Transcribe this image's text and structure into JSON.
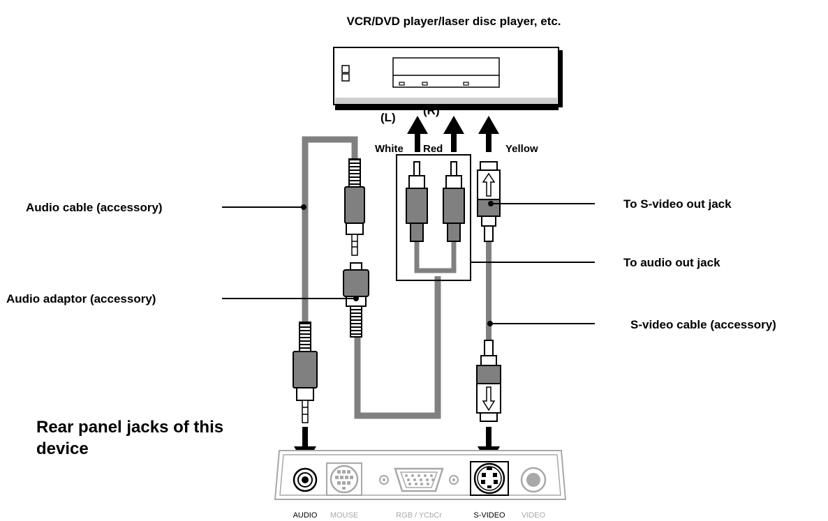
{
  "diagram": {
    "source_device_title": "VCR/DVD player/laser disc player, etc.",
    "channel_left": "(L)",
    "channel_right": "(R)",
    "color_white": "White",
    "color_red": "Red",
    "color_yellow": "Yellow",
    "callouts": {
      "audio_cable": "Audio cable (accessory)",
      "audio_adaptor": "Audio adaptor (accessory)",
      "to_s_video_out": "To S-video out jack",
      "to_audio_out": "To audio out jack",
      "s_video_cable": "S-video cable (accessory)"
    },
    "rear_panel_title_line1": "Rear panel jacks of this",
    "rear_panel_title_line2": "device",
    "jacks": {
      "audio": "AUDIO",
      "mouse": "MOUSE",
      "rgb": "RGB / YCbCr",
      "s_video": "S-VIDEO",
      "video": "VIDEO"
    },
    "colors": {
      "cable_gray": "#808080",
      "dim_label": "#a8a8a8",
      "ink": "#000000"
    }
  }
}
